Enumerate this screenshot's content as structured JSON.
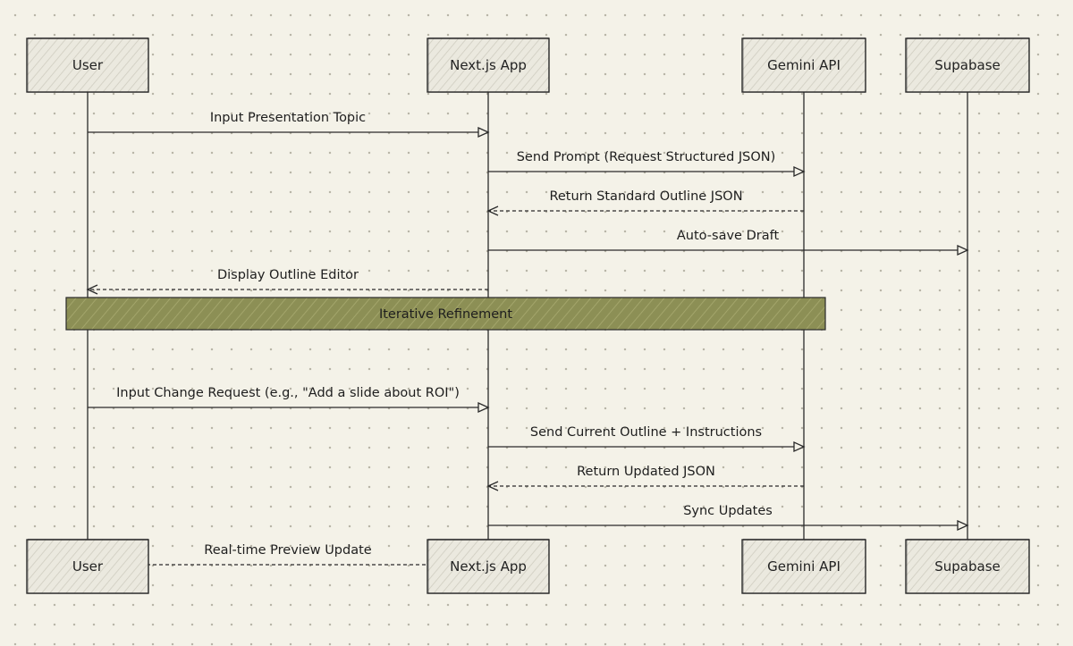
{
  "participants": [
    {
      "id": "user",
      "label": "User"
    },
    {
      "id": "next",
      "label": "Next.js App"
    },
    {
      "id": "gemini",
      "label": "Gemini API"
    },
    {
      "id": "supabase",
      "label": "Supabase"
    }
  ],
  "messages": [
    {
      "from": "user",
      "to": "next",
      "label": "Input Presentation Topic",
      "style": "solid"
    },
    {
      "from": "next",
      "to": "gemini",
      "label": "Send Prompt (Request Structured JSON)",
      "style": "solid"
    },
    {
      "from": "gemini",
      "to": "next",
      "label": "Return Standard Outline JSON",
      "style": "dashed"
    },
    {
      "from": "next",
      "to": "supabase",
      "label": "Auto-save Draft",
      "style": "solid"
    },
    {
      "from": "next",
      "to": "user",
      "label": "Display Outline Editor",
      "style": "dashed"
    },
    {
      "from": "user",
      "to": "next",
      "label": "Input Change Request (e.g., \"Add a slide about ROI\")",
      "style": "solid"
    },
    {
      "from": "next",
      "to": "gemini",
      "label": "Send Current Outline + Instructions",
      "style": "solid"
    },
    {
      "from": "gemini",
      "to": "next",
      "label": "Return Updated JSON",
      "style": "dashed"
    },
    {
      "from": "next",
      "to": "supabase",
      "label": "Sync Updates",
      "style": "solid"
    },
    {
      "from": "next",
      "to": "user",
      "label": "Real-time Preview Update",
      "style": "dashed"
    }
  ],
  "loop": {
    "label": "Iterative Refinement",
    "after_message": 4,
    "from": "user",
    "to": "gemini",
    "color": "#8c8f55"
  },
  "colors": {
    "line": "#2a2a2a",
    "box_fill": "#ebe9df",
    "hatch": "#c9c6ba"
  }
}
